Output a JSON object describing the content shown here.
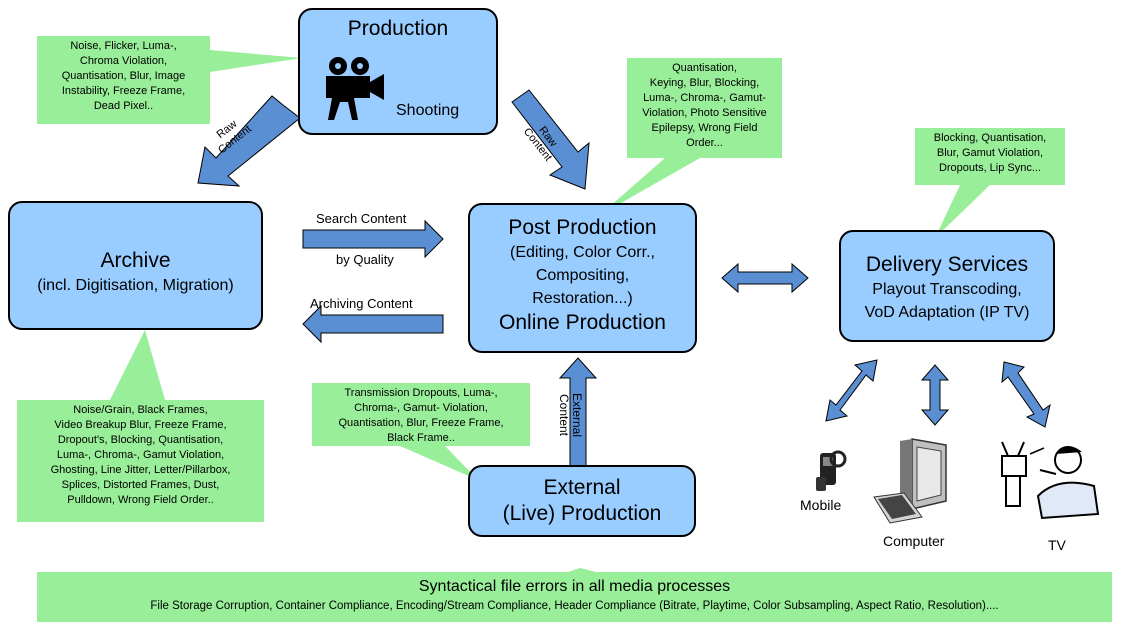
{
  "production": {
    "title": "Production",
    "subtitle": "Shooting"
  },
  "post": {
    "line1": "Post Production",
    "line2": "(Editing, Color Corr.,",
    "line3": "Compositing,",
    "line4": "Restoration...)",
    "line5": "Online Production"
  },
  "archive": {
    "title": "Archive",
    "subtitle": "(incl. Digitisation, Migration)"
  },
  "external": {
    "line1": "External",
    "line2": "(Live) Production"
  },
  "delivery": {
    "line1": "Delivery Services",
    "line2": "Playout Transcoding,",
    "line3": "VoD Adaptation (IP TV)"
  },
  "arrows": {
    "raw_left": [
      "Raw",
      "Content"
    ],
    "raw_right": [
      "Raw",
      "Content"
    ],
    "search": [
      "Search Content",
      "by Quality"
    ],
    "archiving": "Archiving Content",
    "external": [
      "External",
      "Content"
    ]
  },
  "notes": {
    "production": [
      "Noise, Flicker, Luma-,",
      "Chroma Violation,",
      "Quantisation, Blur, Image",
      "Instability, Freeze Frame,",
      "Dead Pixel.."
    ],
    "post": [
      "Quantisation,",
      "Keying, Blur, Blocking,",
      "Luma-, Chroma-, Gamut-",
      "Violation, Photo Sensitive",
      "Epilepsy, Wrong Field",
      "Order..."
    ],
    "delivery": [
      "Blocking, Quantisation,",
      "Blur, Gamut Violation,",
      "Dropouts, Lip Sync..."
    ],
    "archive": [
      "Noise/Grain, Black Frames,",
      "Video Breakup Blur, Freeze Frame,",
      "Dropout's, Blocking, Quantisation,",
      "Luma-, Chroma-, Gamut Violation,",
      "Ghosting, Line Jitter, Letter/Pillarbox,",
      "Splices, Distorted Frames, Dust,",
      "Pulldown, Wrong Field Order.."
    ],
    "external": [
      "Transmission Dropouts, Luma-,",
      "Chroma-, Gamut- Violation,",
      "Quantisation, Blur, Freeze Frame,",
      "Black Frame.."
    ]
  },
  "devices": {
    "mobile": "Mobile",
    "computer": "Computer",
    "tv": "TV"
  },
  "bottom": {
    "title": "Syntactical file errors in all media processes",
    "detail": "File Storage Corruption, Container Compliance, Encoding/Stream Compliance, Header Compliance (Bitrate, Playtime, Color Subsampling, Aspect Ratio, Resolution)...."
  },
  "colors": {
    "box": "#99ccff",
    "note": "#99ee99",
    "arrow": "#5b8fd3"
  }
}
